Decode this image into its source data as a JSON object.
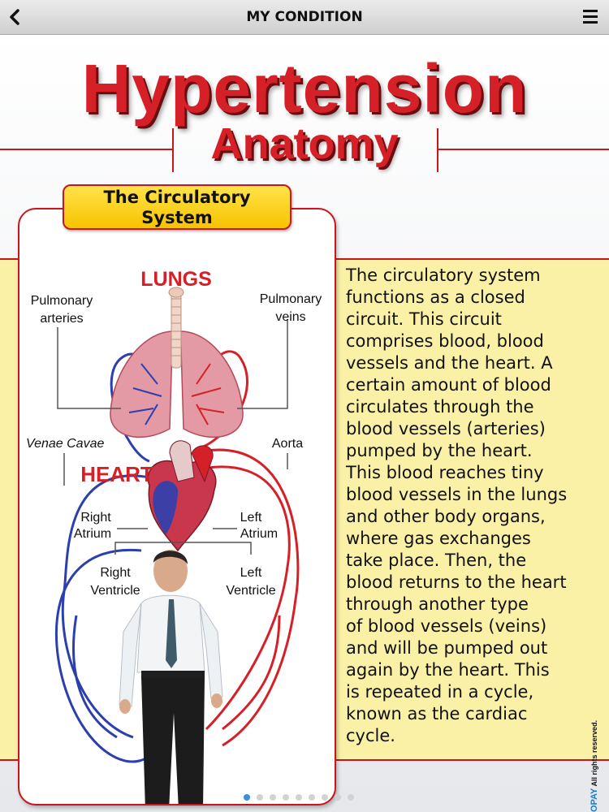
{
  "nav": {
    "back_icon": "chevron-left-icon",
    "title": "MY CONDITION",
    "menu_icon": "hamburger-menu-icon"
  },
  "page": {
    "title": "Hypertension",
    "subtitle": "Anatomy"
  },
  "diagram": {
    "header_line1": "The Circulatory",
    "header_line2": "System",
    "lungs": "LUNGS",
    "heart": "HEART",
    "labels": {
      "pulmonary_arteries_1": "Pulmonary",
      "pulmonary_arteries_2": "arteries",
      "pulmonary_veins_1": "Pulmonary",
      "pulmonary_veins_2": "veins",
      "venae_cavae": "Venae Cavae",
      "aorta": "Aorta",
      "right_atrium_1": "Right",
      "right_atrium_2": "Atrium",
      "left_atrium_1": "Left",
      "left_atrium_2": "Atrium",
      "right_ventricle_1": "Right",
      "right_ventricle_2": "Ventricle",
      "left_ventricle_1": "Left",
      "left_ventricle_2": "Ventricle"
    },
    "colors": {
      "artery": "#d62027",
      "vein": "#2b3fae",
      "accent": "#d62027"
    }
  },
  "body_lines": [
    "The circulatory system",
    "functions as a closed",
    "circuit. This circuit",
    "comprises blood, blood",
    "vessels and the heart. A",
    "certain amount of blood",
    "circulates through the",
    "blood vessels (arteries)",
    "pumped by the heart.",
    "This blood reaches tiny",
    "blood vessels in the lungs",
    "and other body organs,",
    "where gas exchanges",
    "take place. Then, the",
    "blood returns to the heart",
    "through another type",
    "of blood vessels (veins)",
    "and will be pumped out",
    "again by the heart. This",
    "is repeated in a cycle,",
    "known as the cardiac",
    "cycle."
  ],
  "copyright": {
    "brand": "OPAY",
    "text": "All rights reserved."
  },
  "pager": {
    "total_pages": 9,
    "current_page": 1
  }
}
